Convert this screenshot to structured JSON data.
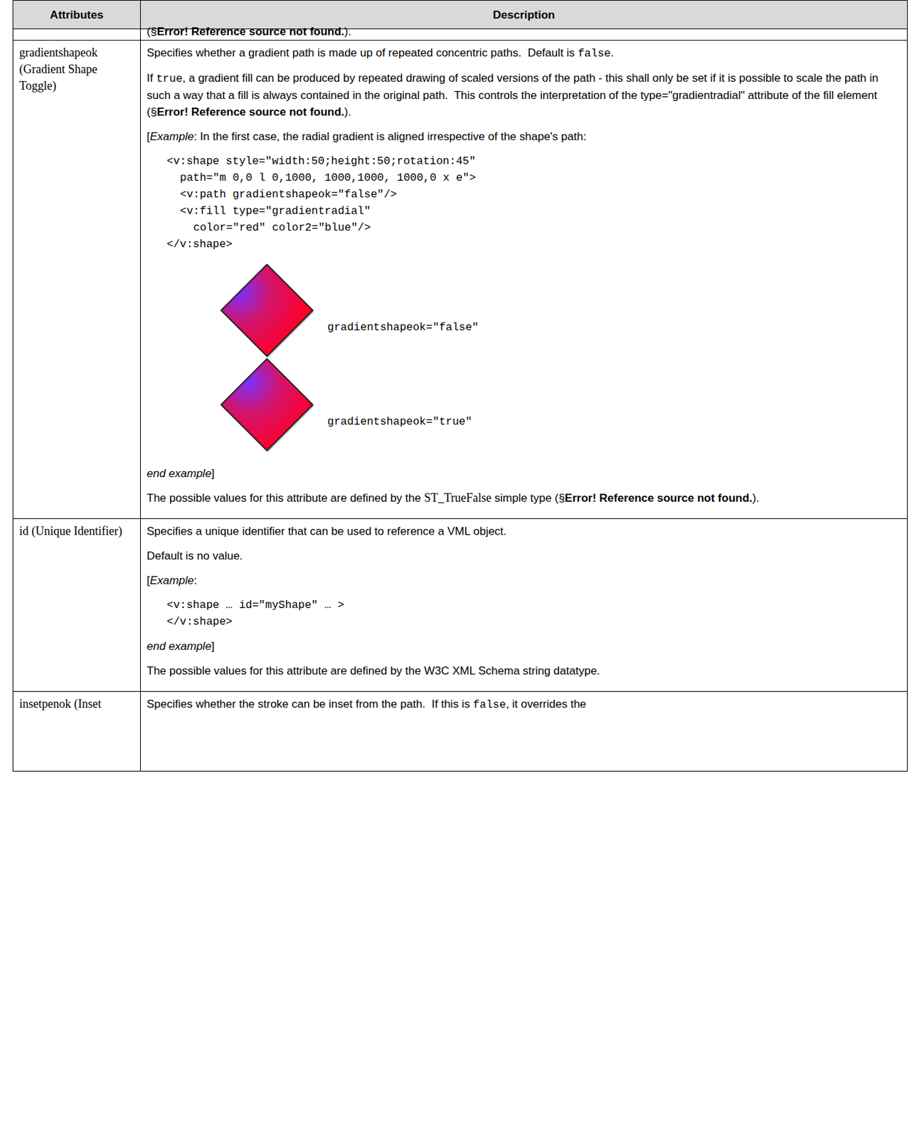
{
  "diagram": {
    "labels": [
      "Attributes",
      "Description",
      "(§",
      "Error! Reference source not found.",
      ").",
      "gradientshapeok (Gradient Shape Toggle)",
      "Specifies whether a gradient path is made up of repeated concentric paths.  Default is ",
      "false",
      ".",
      "If ",
      "true",
      ", a gradient fill can be produced by repeated drawing of scaled versions of the path - this shall only be set if it is possible to scale the path in such a way that a fill is always contained in the original path.  This controls the interpretation of the type=\"gradientradial\" attribute of the fill element (§",
      "Error! Reference source not found.",
      ").",
      "[",
      "Example",
      ": In the first case, the radial gradient is aligned irrespective of the shape's path:",
      "<v:shape style=\"width:50;height:50;rotation:45\"",
      "path=\"m 0,0 l 0,1000, 1000,1000, 1000,0 x e\">",
      "<v:path gradientshapeok=\"false\"/>",
      "<v:fill type=\"gradientradial\"",
      "color=\"red\" color2=\"blue\"/>",
      "</v:shape>",
      "gradientshapeok=\"false\"",
      "gradientshapeok=\"true\"",
      "end example",
      "]",
      "The possible values for this attribute are defined by the ",
      "ST_TrueFalse",
      " simple type (§",
      "Error! Reference source not found.",
      ").",
      "id (Unique Identifier)",
      "Specifies a unique identifier that can be used to reference a VML object.",
      "Default is no value.",
      "[",
      "Example",
      ":",
      "<v:shape … id=\"myShape\" … >",
      "</v:shape>",
      "end example",
      "]",
      "The possible values for this attribute are defined by the W3C XML Schema string datatype.",
      "insetpenok (Inset",
      "Specifies whether the stroke can be inset from the path.  If this is ",
      "false",
      ", it overrides the"
    ]
  }
}
